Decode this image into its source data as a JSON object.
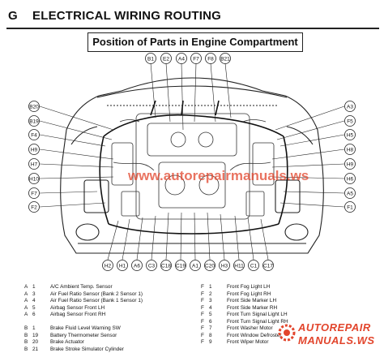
{
  "header": {
    "section_letter": "G",
    "title": "ELECTRICAL WIRING ROUTING",
    "subtitle": "Position of Parts in Engine Compartment"
  },
  "callouts": {
    "top": [
      "B1",
      "E2",
      "A4",
      "F7",
      "F8",
      "B21"
    ],
    "left": [
      "B20",
      "B19",
      "F4",
      "H9",
      "H7",
      "H10",
      "F7",
      "F2"
    ],
    "right": [
      "A3",
      "F5",
      "H5",
      "H8",
      "H9",
      "H6",
      "A5",
      "F1"
    ],
    "bottom": [
      "H2",
      "H1",
      "A6",
      "C3",
      "C18",
      "C19",
      "A1",
      "C20",
      "H3",
      "H11",
      "C1",
      "C17"
    ]
  },
  "watermark": "www.autorepairmanuals.ws",
  "legend": {
    "col1": [
      {
        "letter": "A",
        "num": "1",
        "desc": "A/C Ambient Temp. Sensor"
      },
      {
        "letter": "A",
        "num": "3",
        "desc": "Air Fuel Ratio Sensor (Bank 2 Sensor 1)"
      },
      {
        "letter": "A",
        "num": "4",
        "desc": "Air Fuel Ratio Sensor (Bank 1 Sensor 1)"
      },
      {
        "letter": "A",
        "num": "5",
        "desc": "Airbag Sensor Front LH"
      },
      {
        "letter": "A",
        "num": "6",
        "desc": "Airbag Sensor Front RH"
      },
      {
        "letter": "",
        "num": "",
        "desc": ""
      },
      {
        "letter": "B",
        "num": "1",
        "desc": "Brake Fluid Level Warning SW"
      },
      {
        "letter": "B",
        "num": "19",
        "desc": "Battery Thermometer Sensor"
      },
      {
        "letter": "B",
        "num": "20",
        "desc": "Brake Actuator"
      },
      {
        "letter": "B",
        "num": "21",
        "desc": "Brake Stroke Simulator Cylinder"
      }
    ],
    "col2": [
      {
        "letter": "F",
        "num": "1",
        "desc": "Front Fog Light LH"
      },
      {
        "letter": "F",
        "num": "2",
        "desc": "Front Fog Light RH"
      },
      {
        "letter": "F",
        "num": "3",
        "desc": "Front Side Marker LH"
      },
      {
        "letter": "F",
        "num": "4",
        "desc": "Front Side Marker RH"
      },
      {
        "letter": "F",
        "num": "5",
        "desc": "Front Turn Signal Light LH"
      },
      {
        "letter": "F",
        "num": "6",
        "desc": "Front Turn Signal Light RH"
      },
      {
        "letter": "F",
        "num": "7",
        "desc": "Front Washer Motor"
      },
      {
        "letter": "F",
        "num": "8",
        "desc": "Front Window Defroster"
      },
      {
        "letter": "F",
        "num": "9",
        "desc": "Front Wiper Motor"
      }
    ]
  },
  "brand": {
    "line1": "AUTOREPAIR",
    "line2": "MANUALS.WS"
  }
}
